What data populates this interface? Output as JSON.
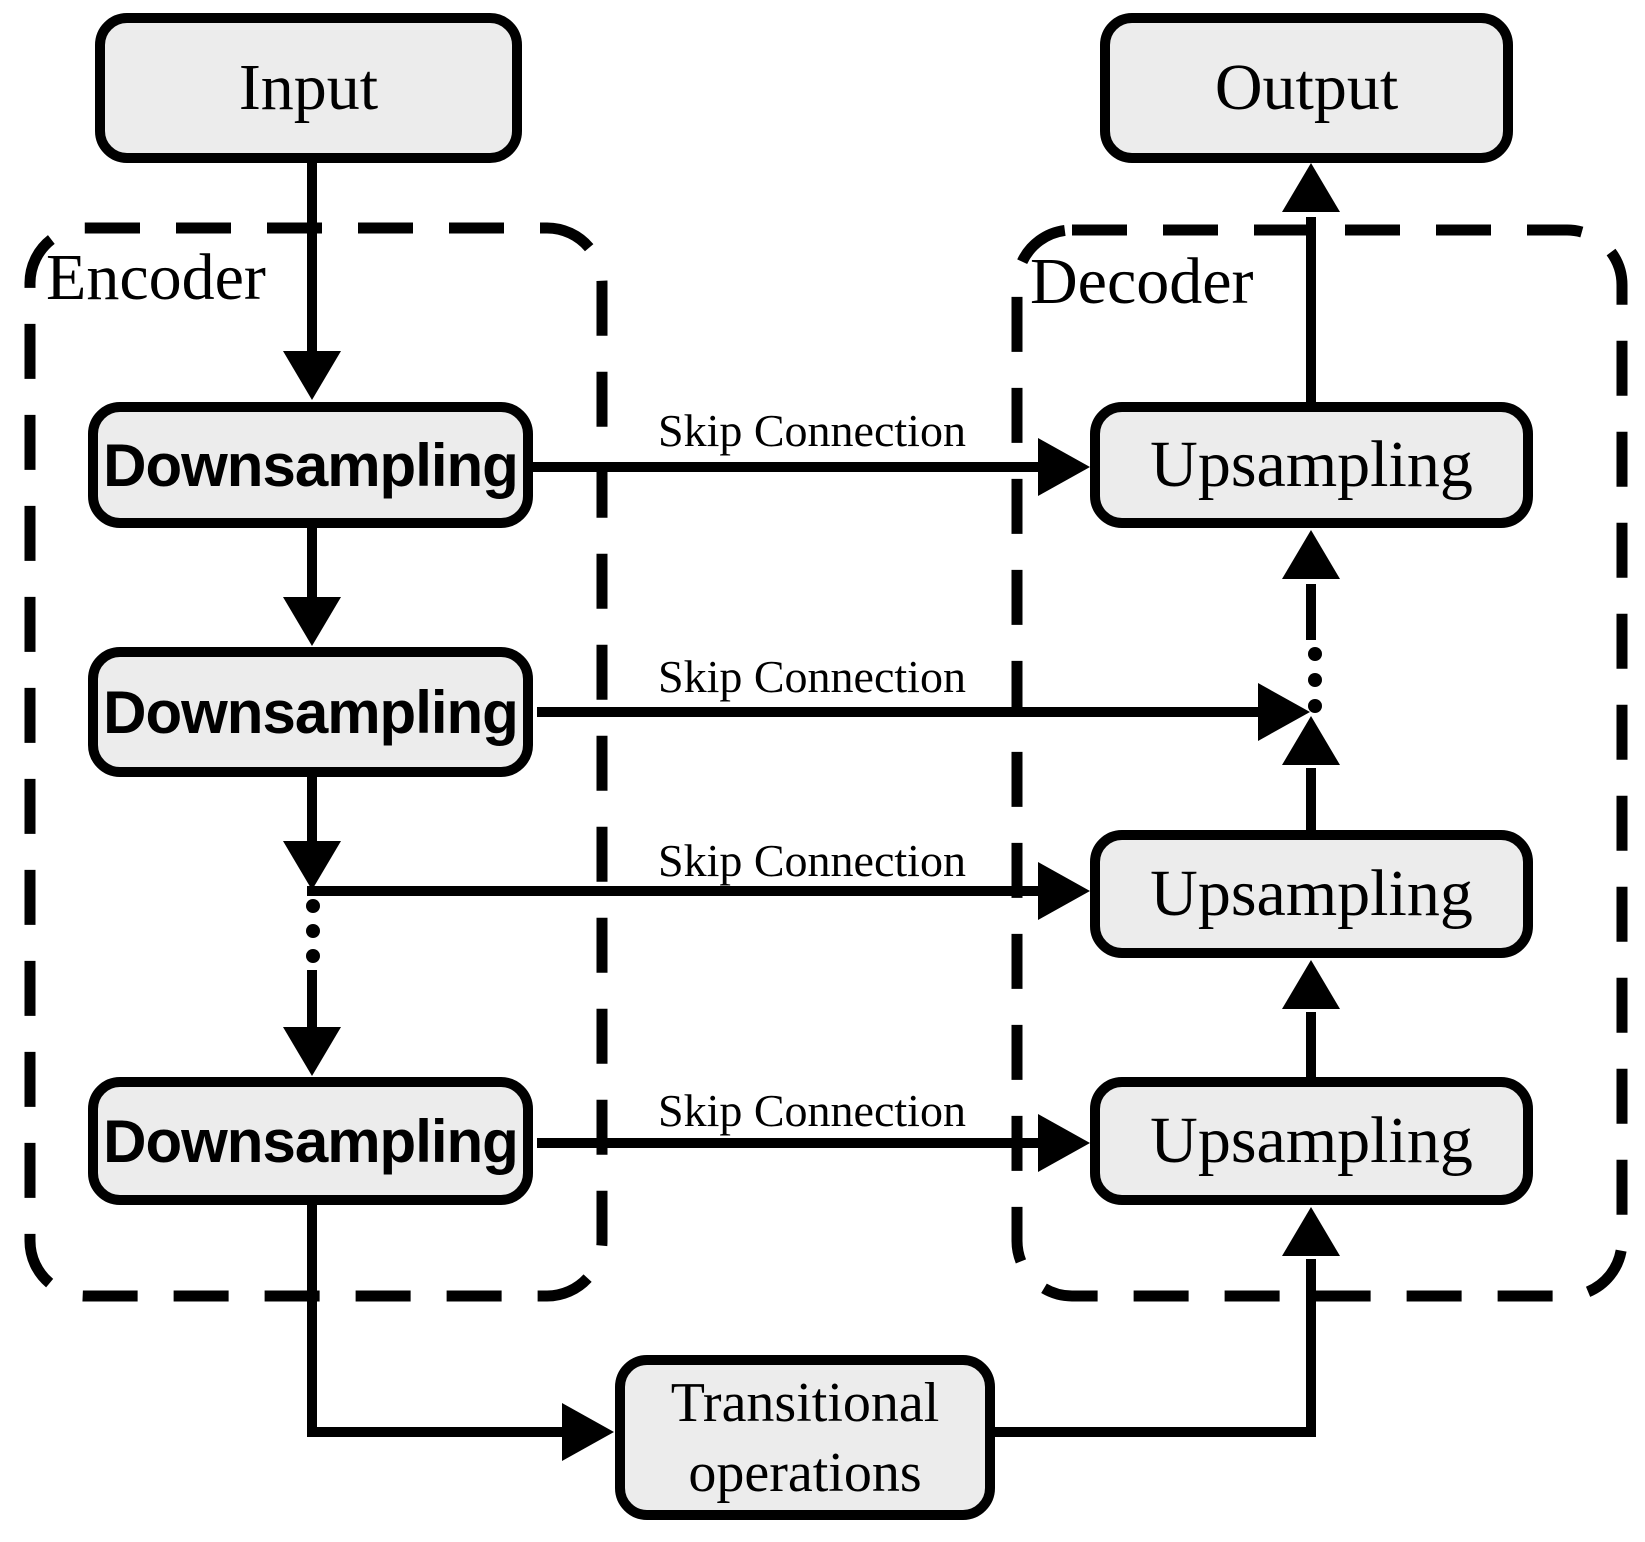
{
  "diagram": {
    "type": "flow-diagram",
    "nodes": {
      "input": {
        "label": "Input"
      },
      "output": {
        "label": "Output"
      },
      "downsampling_1": {
        "label": "Downsampling"
      },
      "downsampling_2": {
        "label": "Downsampling"
      },
      "downsampling_3": {
        "label": "Downsampling"
      },
      "upsampling_1": {
        "label": "Upsampling"
      },
      "upsampling_2": {
        "label": "Upsampling"
      },
      "upsampling_3": {
        "label": "Upsampling"
      },
      "transitional": {
        "label": "Transitional operations"
      }
    },
    "groups": {
      "encoder": {
        "label": "Encoder"
      },
      "decoder": {
        "label": "Decoder"
      }
    },
    "edge_labels": {
      "skip_1": "Skip Connection",
      "skip_2": "Skip Connection",
      "skip_3": "Skip Connection",
      "skip_4": "Skip Connection"
    },
    "edges": [
      {
        "from": "input",
        "to": "downsampling_1",
        "type": "flow"
      },
      {
        "from": "downsampling_1",
        "to": "downsampling_2",
        "type": "flow"
      },
      {
        "from": "downsampling_2",
        "to": "downsampling_3",
        "type": "flow-with-ellipsis"
      },
      {
        "from": "downsampling_3",
        "to": "transitional",
        "type": "flow"
      },
      {
        "from": "transitional",
        "to": "upsampling_3",
        "type": "flow"
      },
      {
        "from": "upsampling_3",
        "to": "upsampling_2",
        "type": "flow"
      },
      {
        "from": "upsampling_2",
        "to": "upsampling_1",
        "type": "flow-with-ellipsis"
      },
      {
        "from": "upsampling_1",
        "to": "output",
        "type": "flow"
      },
      {
        "from": "downsampling_1",
        "to": "upsampling_1",
        "type": "skip",
        "label": "Skip Connection"
      },
      {
        "from": "downsampling_2",
        "to": "decoder-merge-point",
        "type": "skip",
        "label": "Skip Connection"
      },
      {
        "from": "encoder-branch-point",
        "to": "upsampling_2",
        "type": "skip",
        "label": "Skip Connection"
      },
      {
        "from": "downsampling_3",
        "to": "upsampling_3",
        "type": "skip",
        "label": "Skip Connection"
      }
    ],
    "colors": {
      "node_fill": "#ececec",
      "stroke": "#000000",
      "background": "#ffffff"
    }
  }
}
